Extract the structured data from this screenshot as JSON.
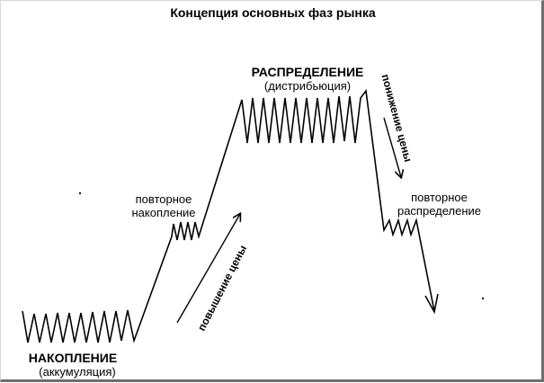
{
  "title": "Концепция основных фаз рынка",
  "labels": {
    "accumulation_main": "НАКОПЛЕНИЕ",
    "accumulation_sub": "(аккумуляция)",
    "reaccumulation_1": "повторное",
    "reaccumulation_2": "накопление",
    "distribution_main": "РАСПРЕДЕЛЕНИЕ",
    "distribution_sub": "(дистрибьюция)",
    "redistribution_1": "повторное",
    "redistribution_2": "распределение",
    "price_rise": "повышение цены",
    "price_fall": "понижение цены"
  },
  "colors": {
    "ink": "#000000",
    "background": "#ffffff"
  }
}
